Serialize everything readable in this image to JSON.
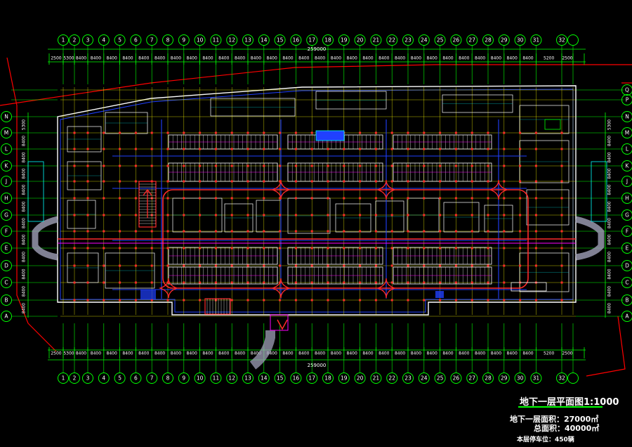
{
  "drawing": {
    "colors": {
      "background": "#000000",
      "axis": "#00ff00",
      "grid": "#ffff00",
      "wall": "#ffffff",
      "column_red": "#ff2a2a",
      "boundary": "#ff0000",
      "road": "#2040ff",
      "ramp": "#a0a0b8",
      "magenta": "#ff00ff",
      "cyan": "#00ffff"
    },
    "col_axes": [
      "1",
      "2",
      "3",
      "4",
      "5",
      "6",
      "7",
      "8",
      "9",
      "10",
      "11",
      "12",
      "13",
      "14",
      "15",
      "16",
      "17",
      "18",
      "19",
      "20",
      "21",
      "22",
      "23",
      "24",
      "25",
      "26",
      "27",
      "28",
      "29",
      "30",
      "31",
      "32"
    ],
    "row_axes": [
      "Q",
      "P",
      "N",
      "M",
      "L",
      "K",
      "J",
      "H",
      "G",
      "F",
      "E",
      "D",
      "C",
      "B",
      "A"
    ],
    "dim_total": "259000",
    "dim_end": "2500",
    "dim_first": "5300",
    "dim_last": "5200",
    "dim_bay": "8400",
    "row_dim_first": "5300",
    "row_dim_bay": "8400",
    "title": "地下一层平面图1:1000",
    "area_b1": "地下一层面积：27000㎡",
    "area_total": "总面积：40000㎡",
    "parking": "本层停车位：450辆"
  }
}
